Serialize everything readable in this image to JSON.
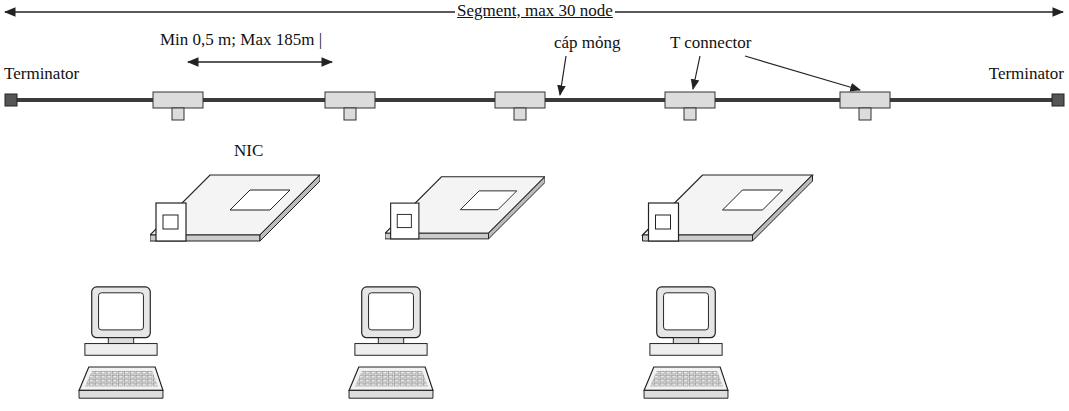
{
  "diagram": {
    "labels": [
      "Segment, max 30 node",
      "Min 0,5 m; Max 185m |",
      "cáp mỏng",
      "T connector",
      "Terminator",
      "Terminator",
      "NIC"
    ]
  }
}
